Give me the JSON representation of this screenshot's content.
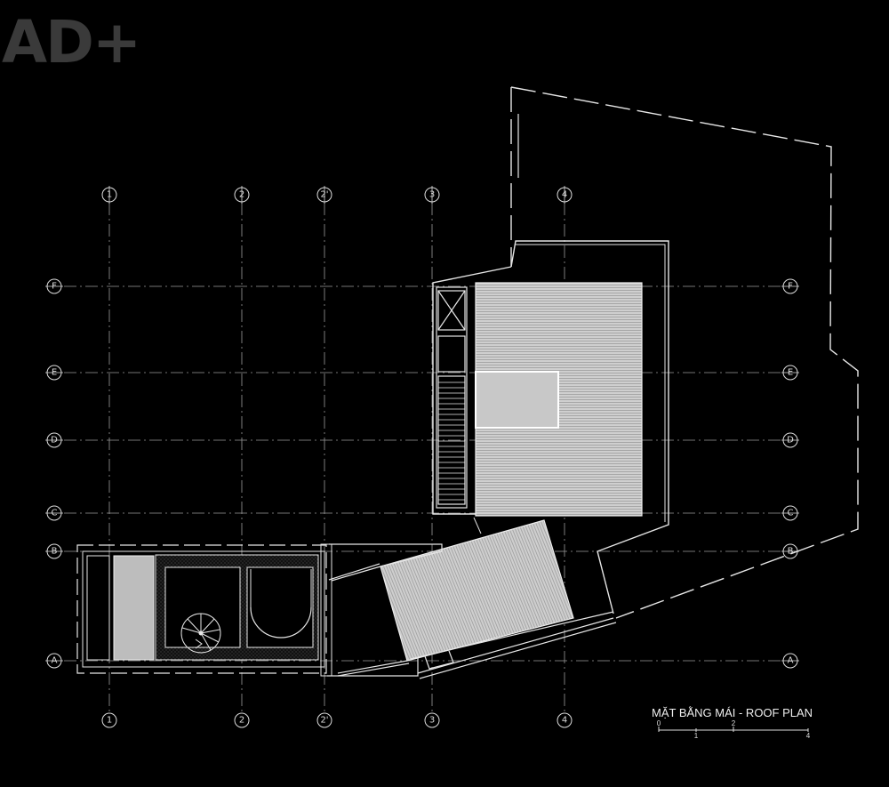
{
  "logo": {
    "text": "AD+"
  },
  "grid": {
    "vertical_labels": [
      "1",
      "2",
      "2'",
      "3",
      "4"
    ],
    "horizontal_labels": [
      "F",
      "E",
      "D",
      "C",
      "B",
      "A"
    ]
  },
  "title": {
    "text": "MẶT BẰNG MÁI - ROOF PLAN",
    "scale_ticks": [
      "0",
      "1",
      "2",
      "4"
    ]
  },
  "colors": {
    "background": "#000000",
    "line": "#e6e6e6",
    "roof_fill": "#bdbdbd",
    "logo": "#3a3a3a"
  }
}
